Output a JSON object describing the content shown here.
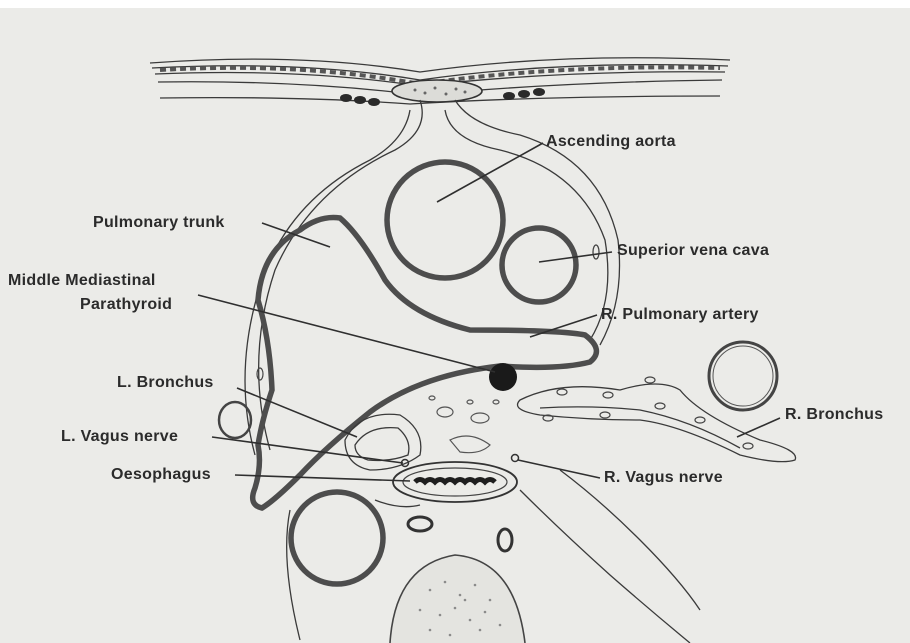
{
  "labels": {
    "ascending_aorta": "Ascending aorta",
    "pulmonary_trunk": "Pulmonary trunk",
    "superior_vena_cava": "Superior vena cava",
    "middle_mediastinal": "Middle Mediastinal",
    "parathyroid": "Parathyroid",
    "r_pulmonary_artery": "R. Pulmonary artery",
    "l_bronchus": "L. Bronchus",
    "r_bronchus": "R. Bronchus",
    "l_vagus_nerve": "L. Vagus nerve",
    "oesophagus": "Oesophagus",
    "r_vagus_nerve": "R. Vagus nerve"
  },
  "colors": {
    "background": "#ebebe8",
    "ink": "#2b2b2b",
    "thick_vessel": "#4d4d4d",
    "parathyroid": "#1a1a1a"
  }
}
